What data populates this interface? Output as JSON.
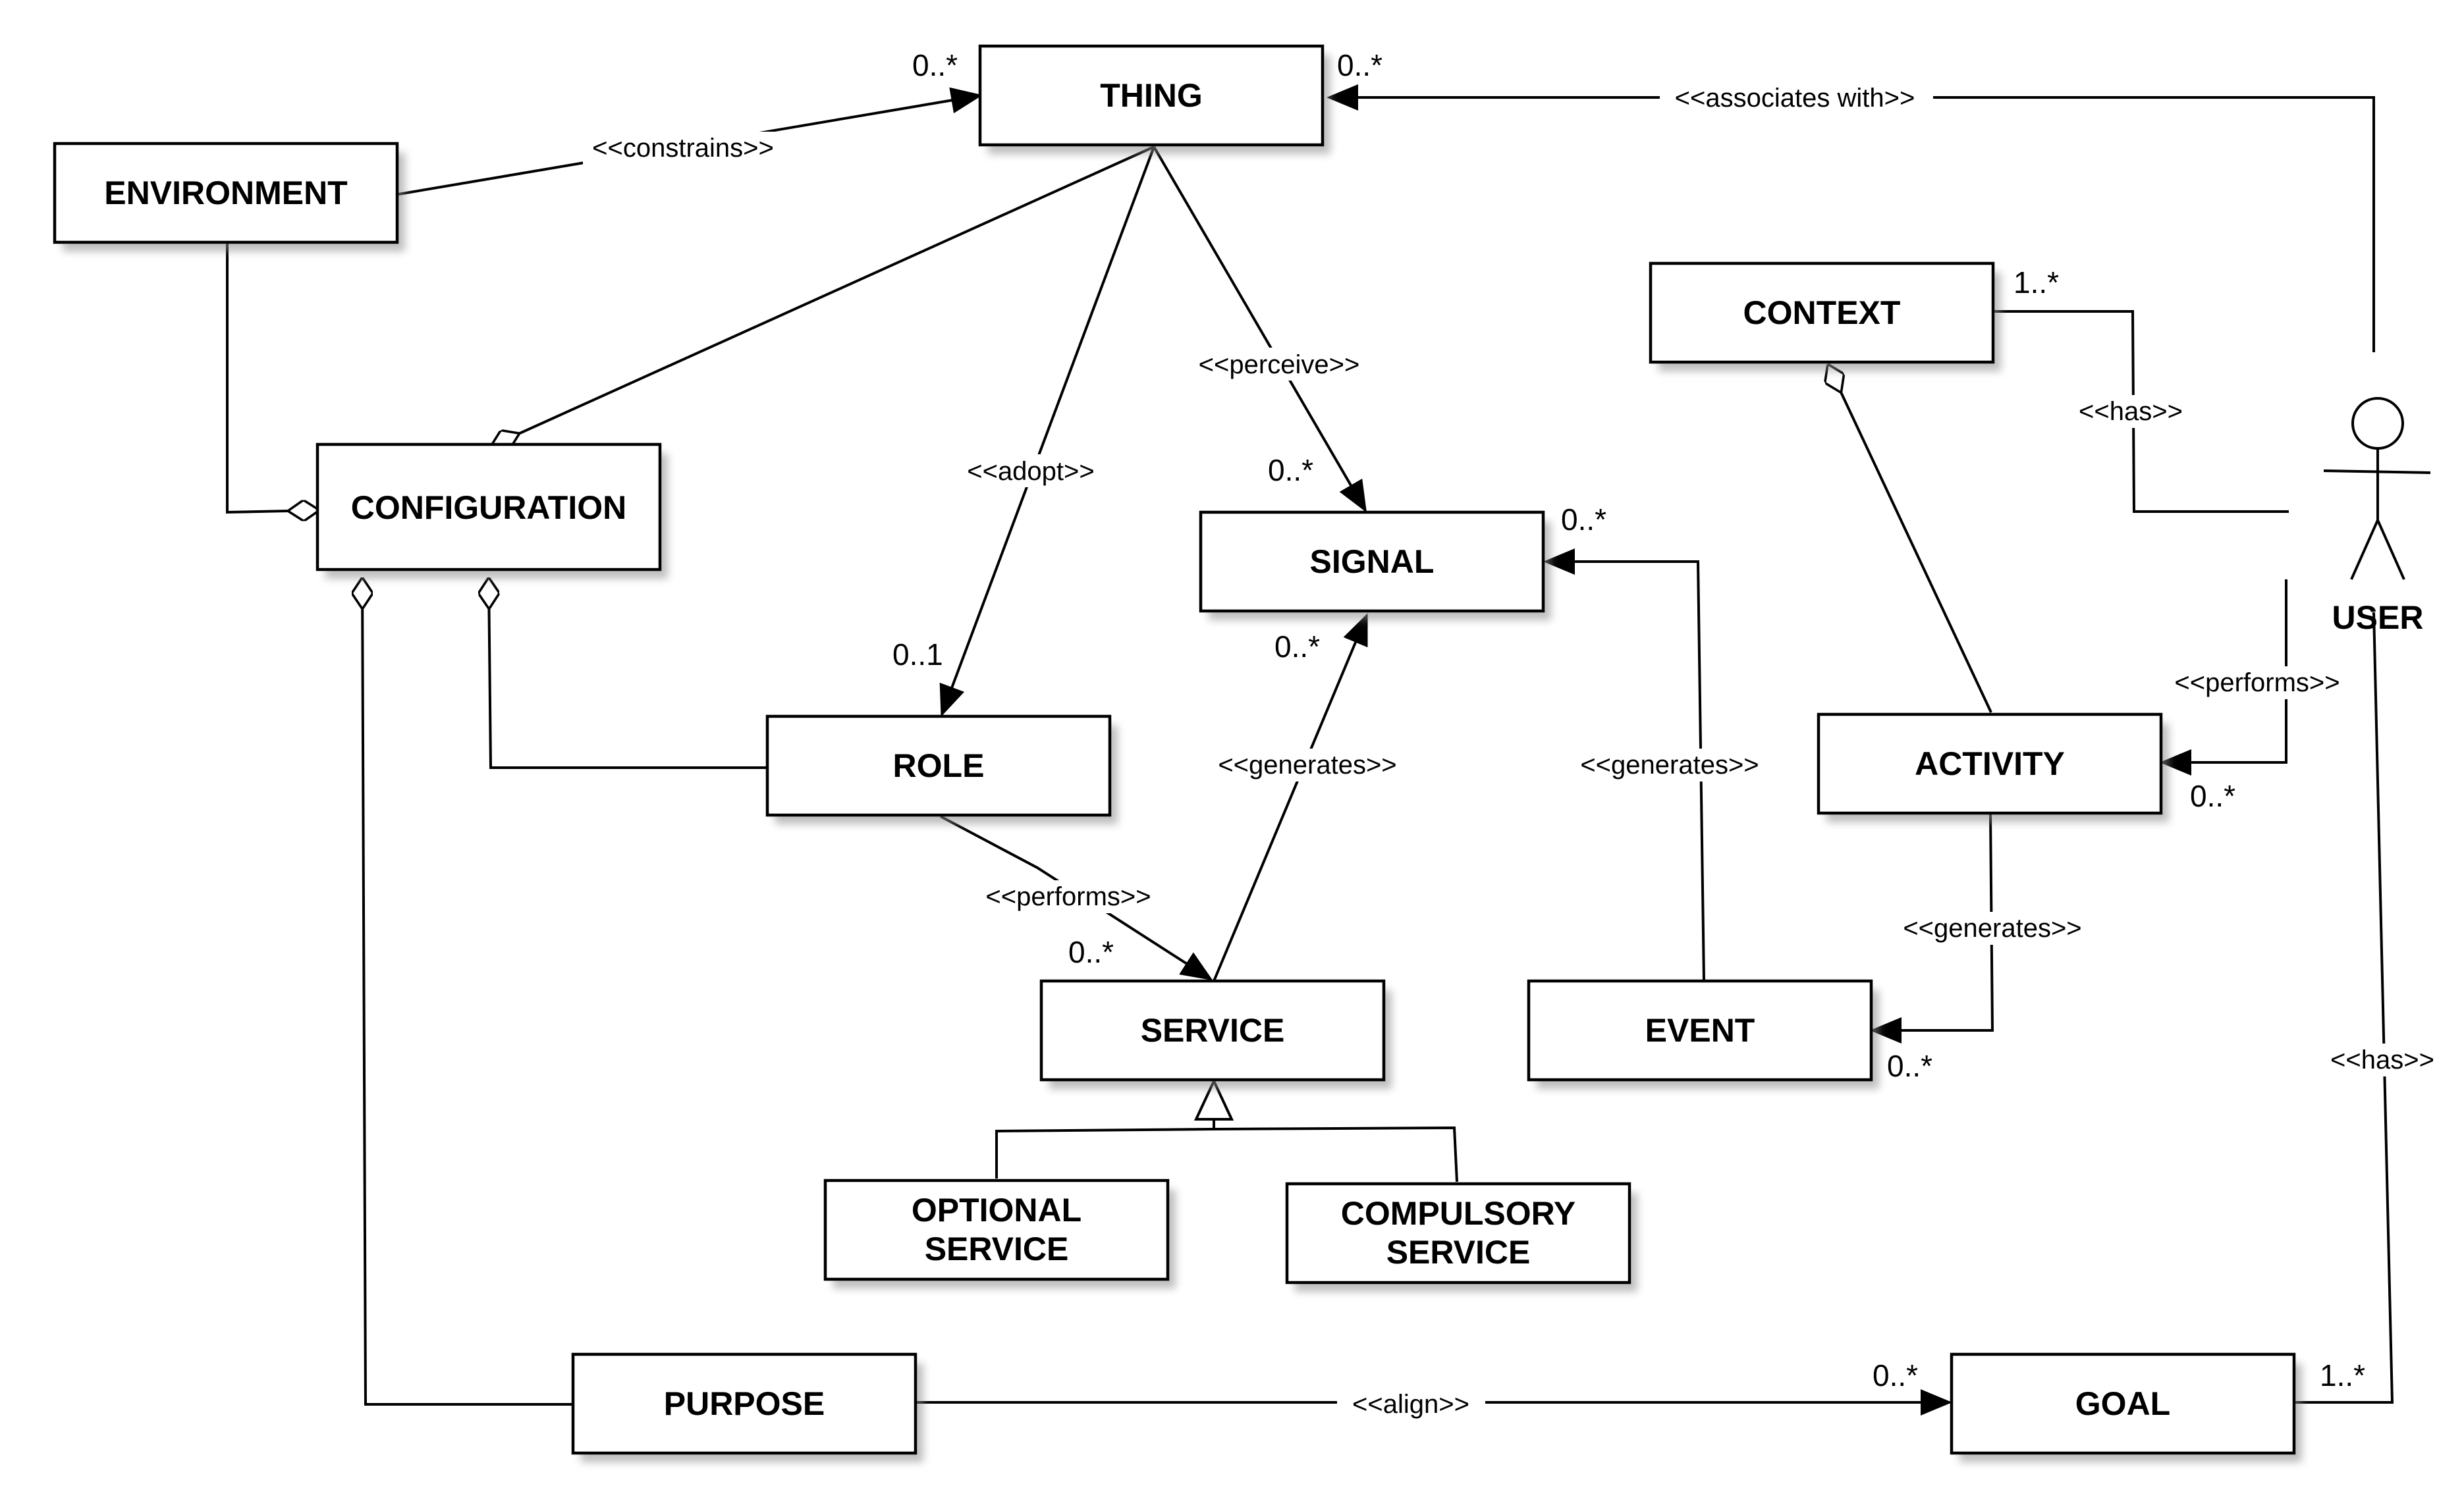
{
  "classes": {
    "thing": "THING",
    "environment": "ENVIRONMENT",
    "configuration": "CONFIGURATION",
    "signal": "SIGNAL",
    "role": "ROLE",
    "service": "SERVICE",
    "optional_service": [
      "OPTIONAL",
      "SERVICE"
    ],
    "compulsory_service": [
      "COMPULSORY",
      "SERVICE"
    ],
    "purpose": "PURPOSE",
    "goal": "GOAL",
    "context": "CONTEXT",
    "activity": "ACTIVITY",
    "event": "EVENT"
  },
  "actor": {
    "user": "USER"
  },
  "stereotypes": {
    "constrains": "<<constrains>>",
    "associates_with": "<<associates with>>",
    "perceive": "<<perceive>>",
    "adopt": "<<adopt>>",
    "has_context": "<<has>>",
    "performs_activity": "<<performs>>",
    "generates_service": "<<generates>>",
    "generates_event": "<<generates>>",
    "generates_activity": "<<generates>>",
    "performs_role": "<<performs>>",
    "has_goal": "<<has>>",
    "align": "<<align>>"
  },
  "multiplicities": {
    "thing_left": "0..*",
    "thing_right": "0..*",
    "signal_perceive": "0..*",
    "signal_right": "0..*",
    "signal_bottom": "0..*",
    "role": "0..1",
    "context": "1..*",
    "activity": "0..*",
    "service": "0..*",
    "event": "0..*",
    "goal_left": "0..*",
    "goal_right": "1..*"
  }
}
